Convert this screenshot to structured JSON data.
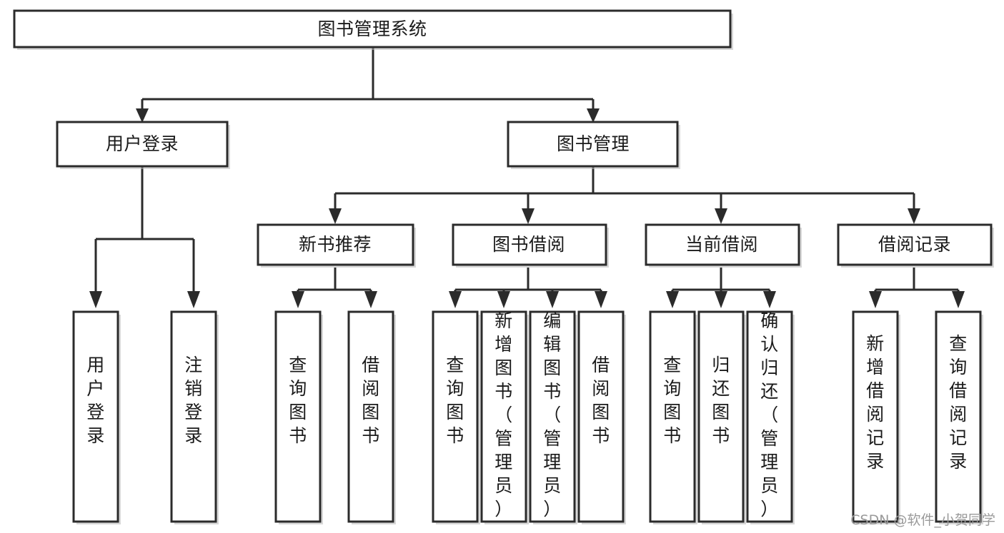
{
  "diagram": {
    "type": "tree-hierarchy-chart",
    "title_node": "图书管理系统",
    "orientation": "top-down",
    "levels": 4,
    "level1": {
      "label": "图书管理系统"
    },
    "level2": [
      {
        "id": "user-login",
        "label": "用户登录"
      },
      {
        "id": "book-management",
        "label": "图书管理"
      }
    ],
    "level3": [
      {
        "id": "new-book-recommend",
        "label": "新书推荐"
      },
      {
        "id": "book-borrow",
        "label": "图书借阅"
      },
      {
        "id": "current-borrow",
        "label": "当前借阅"
      },
      {
        "id": "borrow-record",
        "label": "借阅记录"
      }
    ],
    "leaves": {
      "user_login": [
        {
          "id": "leaf-user-login",
          "label": "用户登录"
        },
        {
          "id": "leaf-logout-login",
          "label": "注销登录"
        }
      ],
      "new_book_recommend": [
        {
          "id": "leaf-query-book-1",
          "label": "查询图书"
        },
        {
          "id": "leaf-borrow-book-1",
          "label": "借阅图书"
        }
      ],
      "book_borrow": [
        {
          "id": "leaf-query-book-2",
          "label": "查询图书"
        },
        {
          "id": "leaf-add-book",
          "label": "新增图书（管理员）"
        },
        {
          "id": "leaf-edit-book",
          "label": "编辑图书（管理员）"
        },
        {
          "id": "leaf-borrow-book-2",
          "label": "借阅图书"
        }
      ],
      "current_borrow": [
        {
          "id": "leaf-query-book-3",
          "label": "查询图书"
        },
        {
          "id": "leaf-return-book",
          "label": "归还图书"
        },
        {
          "id": "leaf-confirm-return",
          "label": "确认归还（管理员）"
        }
      ],
      "borrow_record": [
        {
          "id": "leaf-add-record",
          "label": "新增借阅记录"
        },
        {
          "id": "leaf-query-record",
          "label": "查询借阅记录"
        }
      ]
    }
  },
  "watermark": {
    "text": "CSDN @软件_小贺同学"
  },
  "colors": {
    "background": "#ffffff",
    "box_fill": "#ffffff",
    "box_stroke": "#2b2b2b",
    "connector": "#2b2b2b",
    "text": "#1a1a1a",
    "watermark": "#9a9a9a"
  }
}
